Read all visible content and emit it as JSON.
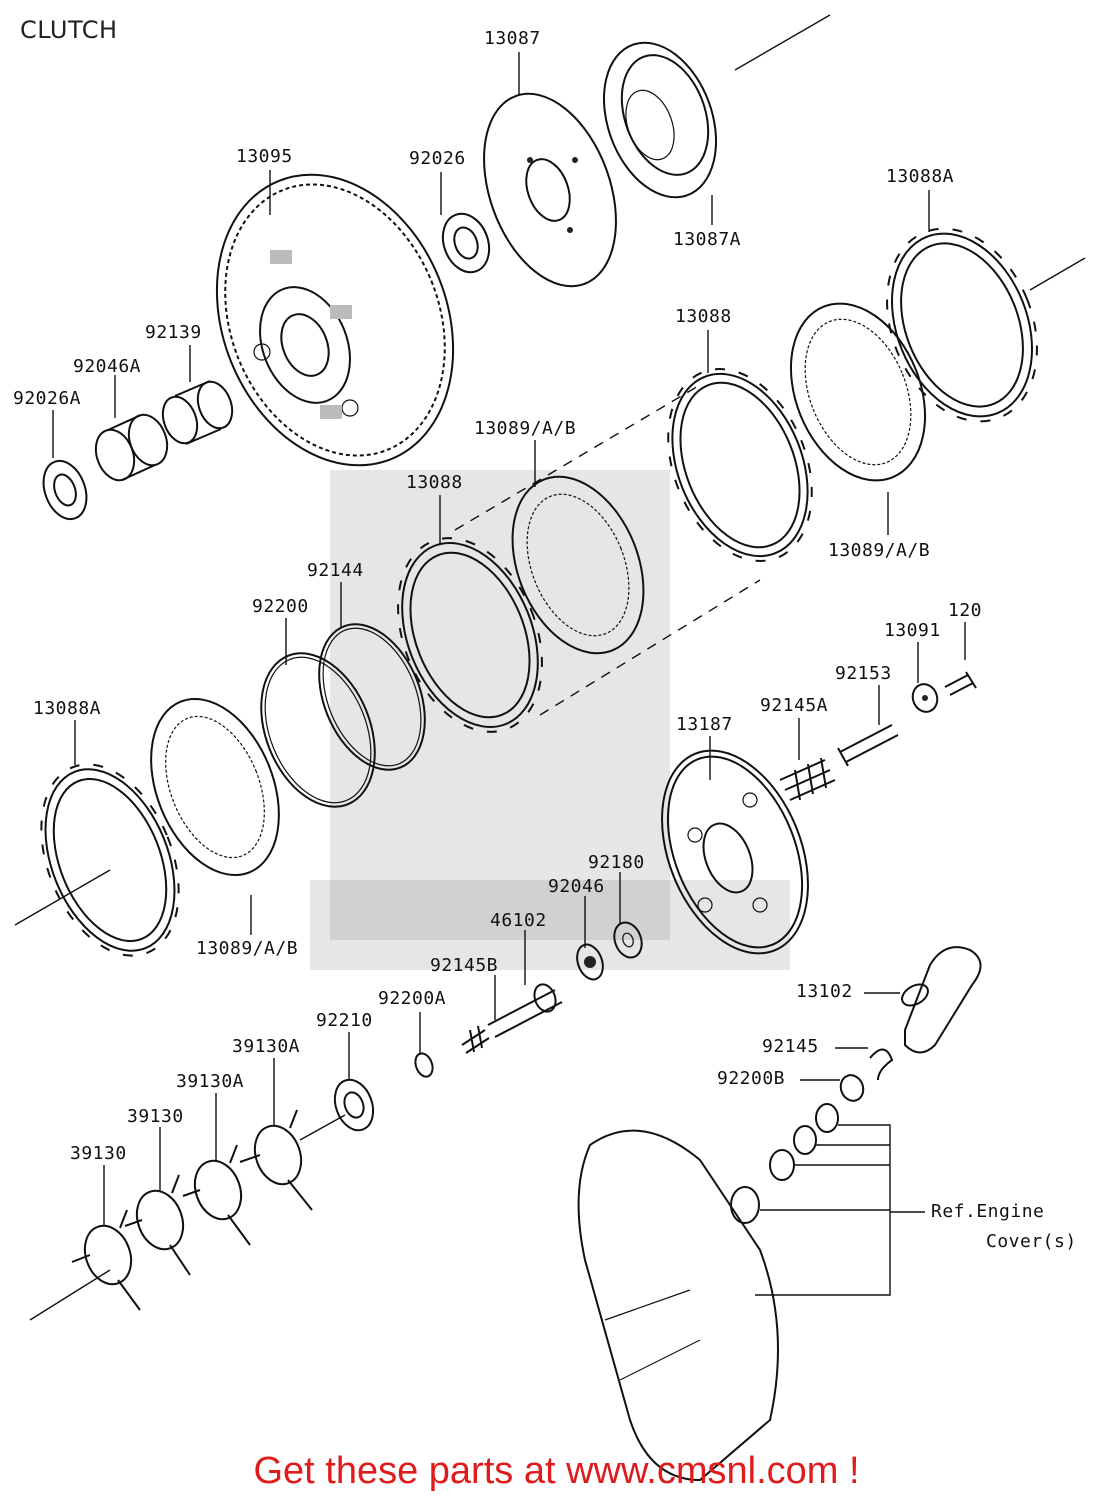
{
  "title": "CLUTCH",
  "footer": "Get these parts at www.cmsnl.com !",
  "colors": {
    "footer_text": "#e01b1b",
    "line": "#111111",
    "background": "#ffffff"
  },
  "parts": {
    "p13087": "13087",
    "p13087A": "13087A",
    "p13095": "13095",
    "p92026": "92026",
    "p13088A_top": "13088A",
    "p13088_top": "13088",
    "p92139": "92139",
    "p92046A": "92046A",
    "p92026A": "92026A",
    "p13089_mid": "13089/A/B",
    "p13088_mid": "13088",
    "p13089_right": "13089/A/B",
    "p92144": "92144",
    "p92200": "92200",
    "p120": "120",
    "p13091": "13091",
    "p92153": "92153",
    "p92145A": "92145A",
    "p13088A_left": "13088A",
    "p13187": "13187",
    "p92180": "92180",
    "p92046": "92046",
    "p46102": "46102",
    "p13089_left": "13089/A/B",
    "p92145B": "92145B",
    "p13102": "13102",
    "p92200A": "92200A",
    "p92210": "92210",
    "p39130A_1": "39130A",
    "p39130A_2": "39130A",
    "p39130_1": "39130",
    "p39130_2": "39130",
    "p92145": "92145",
    "p92200B": "92200B",
    "ref_line1": "Ref.Engine",
    "ref_line2": "Cover(s)"
  }
}
